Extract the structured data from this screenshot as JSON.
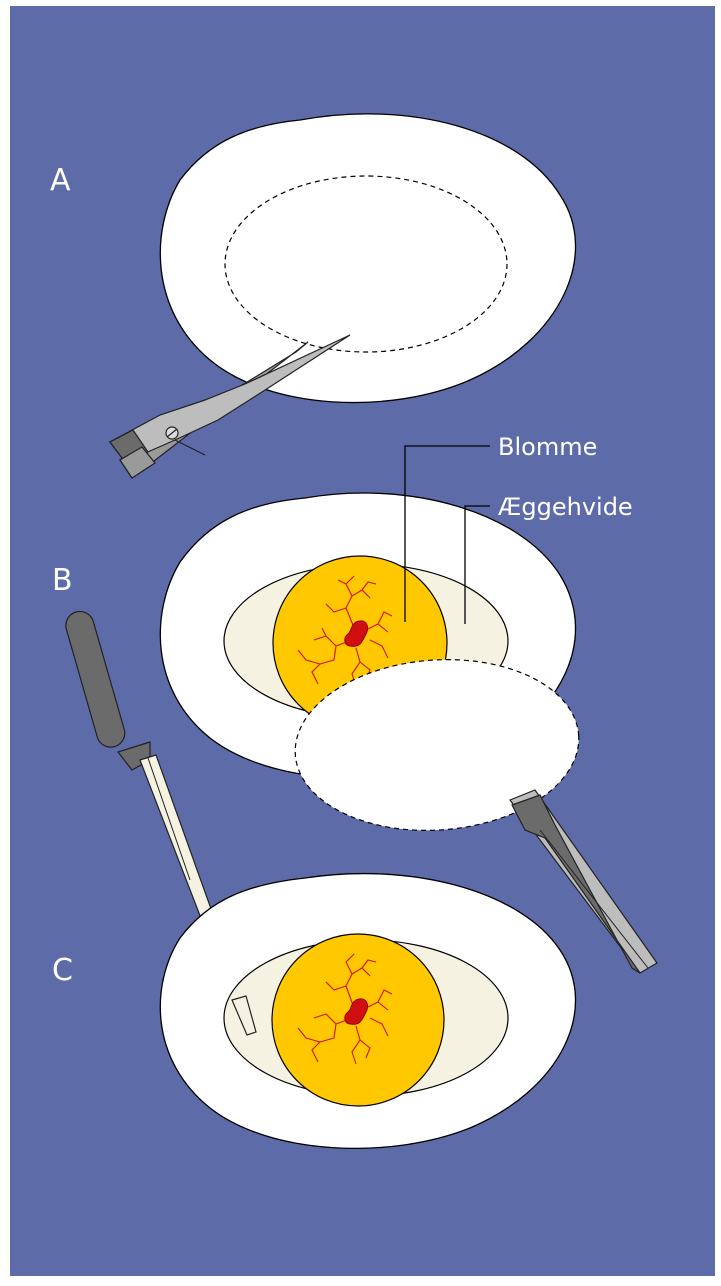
{
  "steps": {
    "a": "A",
    "b": "B",
    "c": "C"
  },
  "labels": {
    "yolk": "Blomme",
    "albumen": "Æggehvide"
  },
  "colors": {
    "background": "#5e6ba9",
    "shell": "#ffffff",
    "albumen": "#f6f2e1",
    "yolk": "#ffc800",
    "embryo": "#d01010",
    "tool_dark": "#6b6b6b",
    "tool_light": "#bdbdbd"
  },
  "icons": {
    "scissors": "scissors-icon",
    "pipette": "pipette-icon",
    "forceps": "forceps-icon"
  }
}
